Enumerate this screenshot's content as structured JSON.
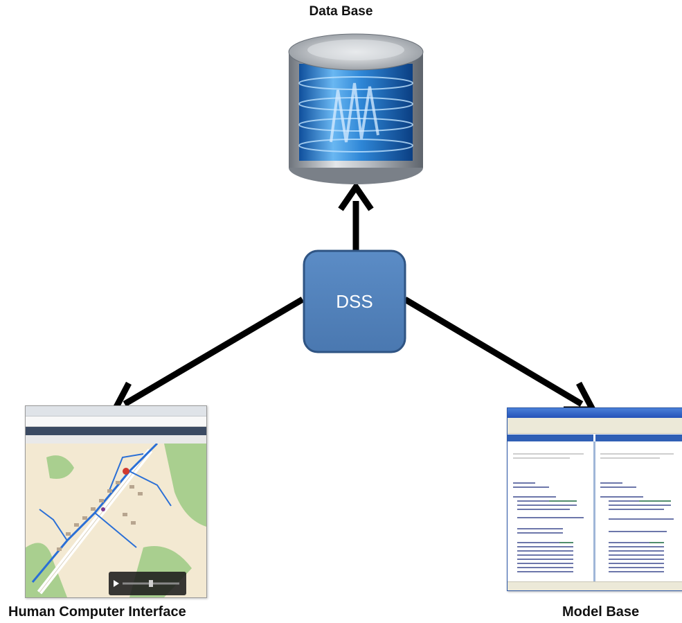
{
  "labels": {
    "database": "Data Base",
    "hci": "Human Computer Interface",
    "model_base": "Model Base",
    "dss": "DSS"
  },
  "colors": {
    "dss_fill": "#4f7fb8",
    "dss_stroke": "#3a6394",
    "arrow": "#000000",
    "database_glass": "#3f8fd8",
    "database_metal": "#9aa0a8",
    "map_road": "#2a6fd6",
    "map_green": "#a9cf8f",
    "editor_titlebar": "#2452b8"
  },
  "icons": {
    "database": "database-cylinder-icon",
    "hci": "map-viewer-screenshot",
    "model_base": "code-editor-screenshot"
  }
}
